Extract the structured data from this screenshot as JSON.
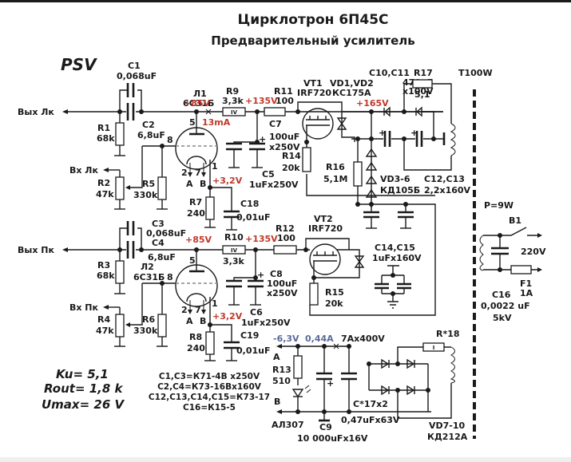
{
  "title": {
    "main": "Цирклотрон 6П45С",
    "sub": "Предварительный усилитель",
    "author": "PSV"
  },
  "labels": {
    "out_left": "Вых Лк",
    "in_left": "Вх Лк",
    "out_right": "Вых Пк",
    "in_right": "Вх Пк",
    "arrow_a": "A",
    "arrow_b": "B",
    "pin_5": "5",
    "pin_8": "8",
    "pin_2": "2",
    "pin_7": "7",
    "pin_1": "1"
  },
  "components": {
    "C1": {
      "ref": "C1",
      "value": "0,068uF"
    },
    "C2": {
      "ref": "C2",
      "value": "6,8uF"
    },
    "C3": {
      "ref": "C3",
      "value": "0,068uF"
    },
    "C4": {
      "ref": "C4",
      "value": "6,8uF"
    },
    "R1": {
      "ref": "R1",
      "value": "68k"
    },
    "R2": {
      "ref": "R2",
      "value": "47k"
    },
    "R3": {
      "ref": "R3",
      "value": "68k"
    },
    "R4": {
      "ref": "R4",
      "value": "47k"
    },
    "R5": {
      "ref": "R5",
      "value": "330k"
    },
    "R6": {
      "ref": "R6",
      "value": "330k"
    },
    "R7": {
      "ref": "R7",
      "value": "240"
    },
    "R8": {
      "ref": "R8",
      "value": "240"
    },
    "R9": {
      "ref": "R9",
      "value": "3,3k",
      "power": "IV"
    },
    "R10": {
      "ref": "R10",
      "value": "3,3k",
      "power": "IV"
    },
    "R11": {
      "ref": "R11",
      "value": "100"
    },
    "R12": {
      "ref": "R12",
      "value": "100"
    },
    "R13": {
      "ref": "R13",
      "value": "510"
    },
    "R14": {
      "ref": "R14",
      "value": "20k"
    },
    "R15": {
      "ref": "R15",
      "value": "20k"
    },
    "R16": {
      "ref": "R16",
      "value": "5,1M"
    },
    "R17": {
      "ref": "R17",
      "value": "5,1"
    },
    "R18": {
      "ref": "R*18",
      "power": "I"
    },
    "L1": {
      "ref": "Л1",
      "value": "6С31Б"
    },
    "L2": {
      "ref": "Л2",
      "value": "6С31Б"
    },
    "VT1": {
      "ref": "VT1",
      "value": "IRF720"
    },
    "VT2": {
      "ref": "VT2",
      "value": "IRF720"
    },
    "VD1_2": {
      "ref": "VD1,VD2",
      "value": "КС175А"
    },
    "VD3_6": {
      "ref": "VD3-6",
      "value": "КД105Б"
    },
    "VD7_10": {
      "ref": "VD7-10",
      "value": "КД212А"
    },
    "C5": {
      "ref": "C5",
      "value": "1uFx250V"
    },
    "C6": {
      "ref": "C6",
      "value": "1uFx250V"
    },
    "C7": {
      "ref": "C7",
      "value": "100uF",
      "rating": "x250V"
    },
    "C8": {
      "ref": "C8",
      "value": "100uF",
      "rating": "x250V"
    },
    "C9": {
      "ref": "C9",
      "value": "10 000uFx16V"
    },
    "C10_11": {
      "ref": "C10,C11",
      "value": "470uF",
      "rating": "x100V"
    },
    "C12_13": {
      "ref": "C12,C13",
      "value": "2,2x160V"
    },
    "C14_15": {
      "ref": "C14,C15",
      "value": "1uFx160V"
    },
    "C16": {
      "ref": "C16",
      "value": "0,0022 uF",
      "rating": "5kV"
    },
    "C17": {
      "ref": "C*17x2",
      "value": "0,47uFx63V"
    },
    "C18": {
      "ref": "C18",
      "value": "0,01uF"
    },
    "C19": {
      "ref": "C19",
      "value": "0,01uF"
    },
    "LED": {
      "ref": "АЛ307"
    },
    "T1": {
      "ref": "T100W"
    },
    "B1": {
      "ref": "B1"
    },
    "F1": {
      "ref": "F1",
      "value": "1A"
    }
  },
  "voltages": {
    "anode_l": "+85V",
    "anode_r": "+85V",
    "current_l": "13mA",
    "mid_l": "+135V",
    "mid_r": "+135V",
    "supply": "+165V",
    "cathode_l": "+3,2V",
    "cathode_r": "+3,2V",
    "heater_v": "-6,3V",
    "heater_i": "0,44A",
    "bridge": "7Ax400V",
    "mains": "220V",
    "power": "P=9W"
  },
  "parameters": {
    "ku": "Ku= 5,1",
    "rout": "Rout= 1,8 k",
    "umax": "Umax=  26  V"
  },
  "notes": [
    "C1,C3=К71-4В x250V",
    "C2,C4=К73-16Вx160V",
    "C12,C13,C14,C15=К73-17",
    "C16=К15-5"
  ]
}
